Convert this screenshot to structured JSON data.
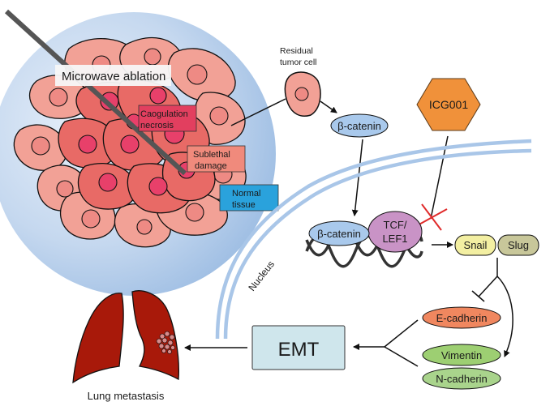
{
  "labels": {
    "microwave_ablation": "Microwave ablation",
    "coagulation_line1": "Caogulation",
    "coagulation_line2": "necrosis",
    "sublethal_line1": "Sublethal",
    "sublethal_line2": "damage",
    "normal_line1": "Normal",
    "normal_line2": "tissue",
    "residual_line1": "Residual",
    "residual_line2": "tumor cell",
    "beta_catenin_cyto": "β-catenin",
    "icg": "ICG001",
    "beta_catenin_nuc": "β-catenin",
    "tcf_line1": "TCF/",
    "tcf_line2": "LEF1",
    "nucleus": "Nucleus",
    "snail": "Snail",
    "slug": "Slug",
    "e_cadherin": "E-cadherin",
    "vimentin": "Vimentin",
    "n_cadherin": "N-cadherin",
    "emt": "EMT",
    "lung_metastasis": "Lung metastasis"
  },
  "colors": {
    "halo": "#a9c6e8",
    "outer_cell": "#f2a196",
    "inner_cell": "#e86a66",
    "nucleus_inner": "#e8406a",
    "coag_box": "#e23f5f",
    "sublethal_box": "#f08a7c",
    "normal_box": "#2aa2dc",
    "beta_catenin": "#a9c9ec",
    "icg": "#f0913a",
    "tcf": "#c993c6",
    "snail": "#f3efa2",
    "slug": "#c8c79a",
    "e_cadherin": "#f0875f",
    "vimentin": "#9dcf72",
    "n_cadherin": "#a9d48c",
    "emt": "#cfe6ec",
    "lung": "#a8190a",
    "inhibit_x": "#e02a2a",
    "nuclear_membrane": "#a9c6e8"
  }
}
